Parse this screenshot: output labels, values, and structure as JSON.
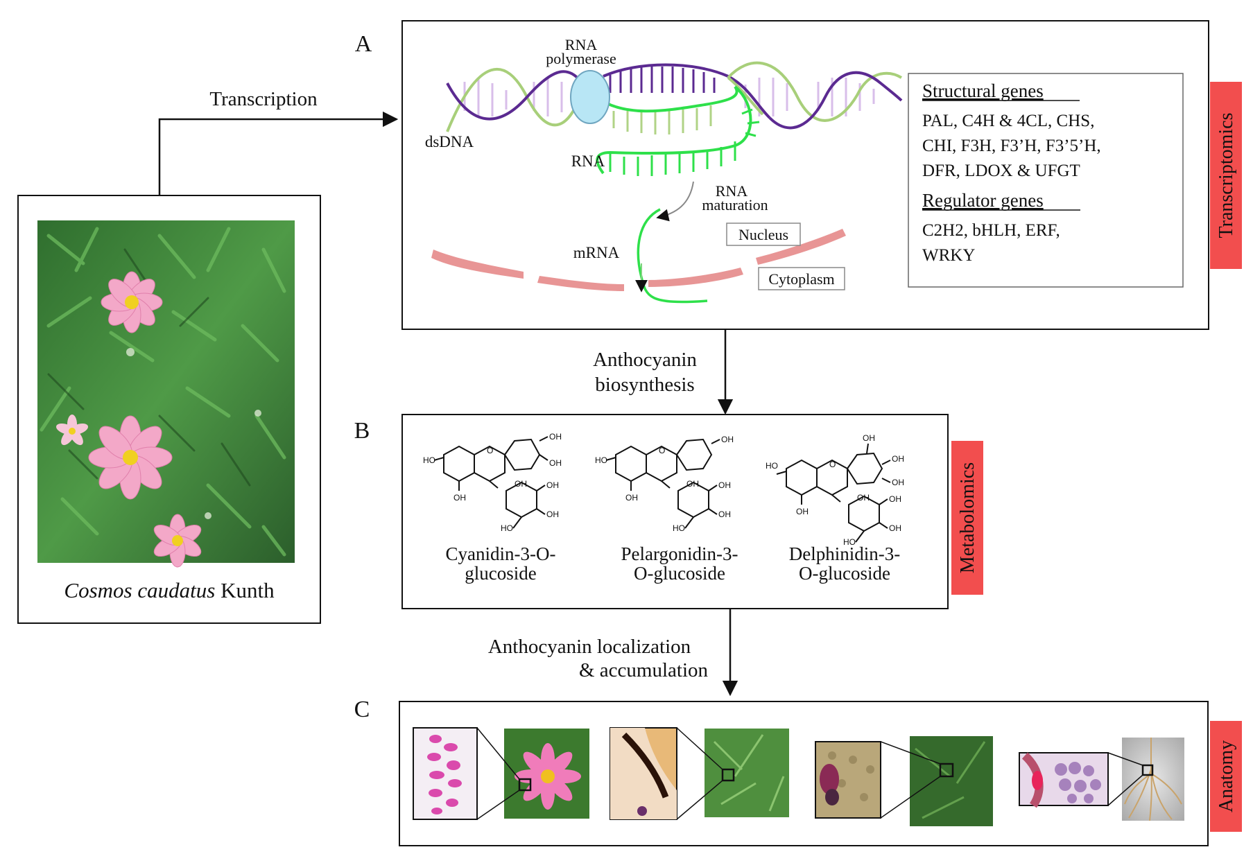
{
  "panels": {
    "a": {
      "letter": "A",
      "side_label": "Transcriptomics",
      "labels": {
        "rna_polymerase_1": "RNA",
        "rna_polymerase_2": "polymerase",
        "dsdna": "dsDNA",
        "rna": "RNA",
        "rna_maturation_1": "RNA",
        "rna_maturation_2": "maturation",
        "mrna": "mRNA",
        "nucleus": "Nucleus",
        "cytoplasm": "Cytoplasm"
      },
      "genes": {
        "structural_title": "Structural genes",
        "structural_lines": [
          "PAL, C4H & 4CL, CHS,",
          "CHI, F3H, F3’H, F3’5’H,",
          "DFR, LDOX & UFGT"
        ],
        "regulator_title": "Regulator genes",
        "regulator_lines": [
          "C2H2, bHLH, ERF,",
          "WRKY"
        ]
      }
    },
    "b": {
      "letter": "B",
      "side_label": "Metabolomics",
      "compounds": [
        {
          "line1": "Cyanidin-3-O-",
          "line2": "glucoside"
        },
        {
          "line1": "Pelargonidin-3-",
          "line2": "O-glucoside"
        },
        {
          "line1": "Delphinidin-3-",
          "line2": "O-glucoside"
        }
      ]
    },
    "c": {
      "letter": "C",
      "side_label": "Anatomy"
    }
  },
  "plant": {
    "genus_species": "Cosmos caudatus",
    "authority": "Kunth"
  },
  "arrows": {
    "transcription": "Transcription",
    "biosynthesis_1": "Anthocyanin",
    "biosynthesis_2": "biosynthesis",
    "localization_1": "Anthocyanin localization",
    "localization_2": "& accumulation"
  },
  "colors": {
    "tag_red": "#f24e4e",
    "dna_purple": "#5b2a91",
    "dna_light_green": "#a8cf7a",
    "rna_green": "#2ee04a",
    "polymerase_blue": "#b8e6f5",
    "membrane_pink": "#e58a8a",
    "leaf_green": "#3f8a3a"
  }
}
